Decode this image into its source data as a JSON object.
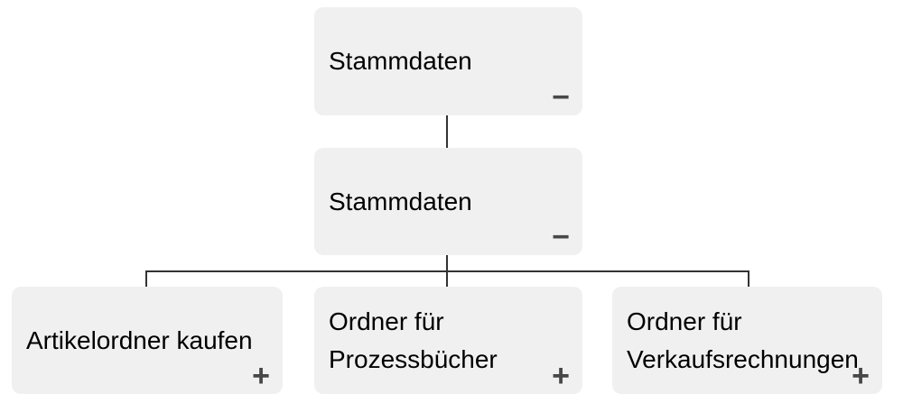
{
  "colors": {
    "background": "#ffffff",
    "node_fill": "#f0f0f0",
    "connector": "#333333",
    "toggle_icon": "#474747",
    "text": "#000000"
  },
  "nodes": {
    "root": {
      "label": "Stammdaten",
      "state": "expanded",
      "toggle_symbol": "−"
    },
    "mid": {
      "label": "Stammdaten",
      "state": "expanded",
      "toggle_symbol": "−"
    },
    "child1": {
      "label": "Artikelordner kaufen",
      "state": "collapsed",
      "toggle_symbol": "+"
    },
    "child2": {
      "label": "Ordner für Prozessbücher",
      "state": "collapsed",
      "toggle_symbol": "+"
    },
    "child3": {
      "label": "Ordner für Verkaufsrechnungen",
      "state": "collapsed",
      "toggle_symbol": "+"
    }
  }
}
